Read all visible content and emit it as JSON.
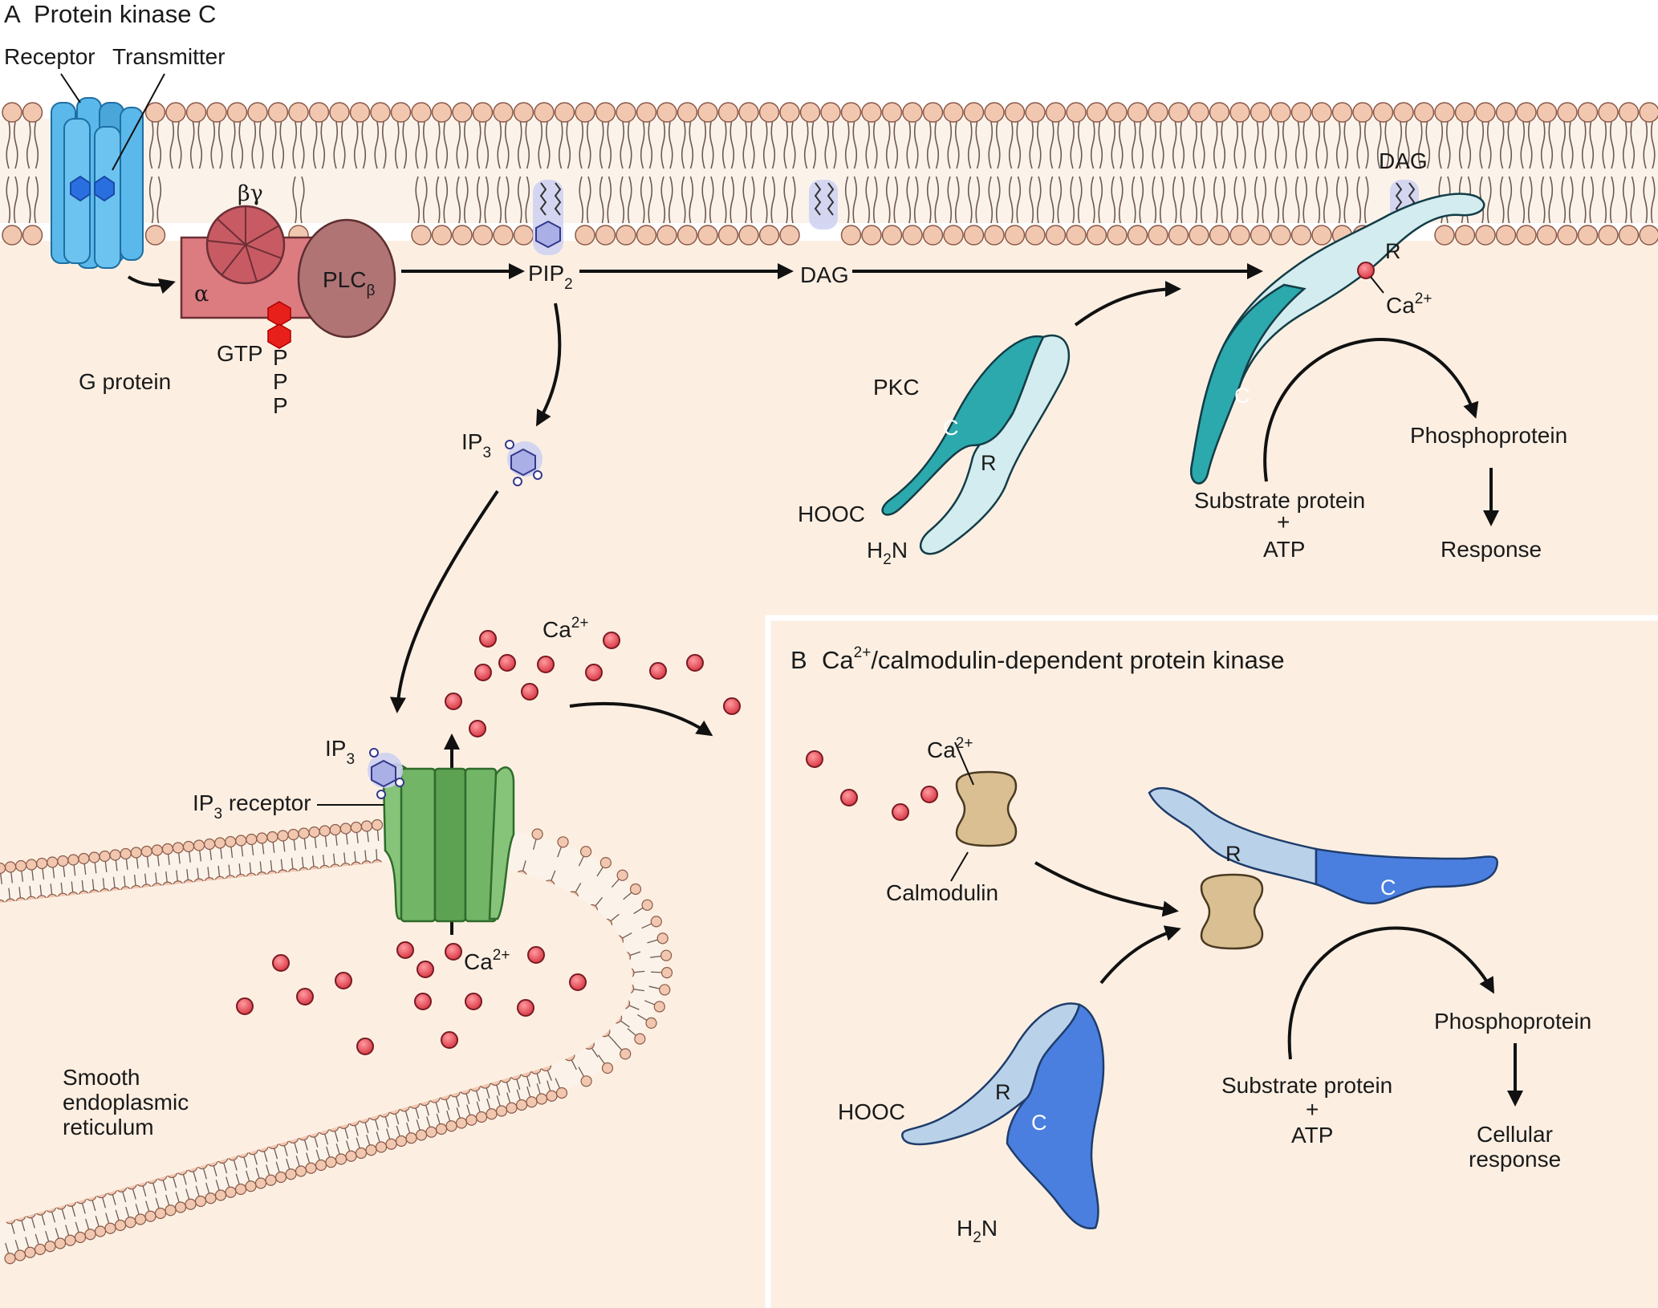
{
  "panel_a": {
    "letter": "A",
    "title": "Protein kinase C",
    "receptor": "Receptor",
    "transmitter": "Transmitter",
    "alpha": "α",
    "beta_gamma": "βγ",
    "plc": "PLC",
    "plc_sub": "β",
    "gtp": "GTP",
    "p1": "P",
    "p2": "P",
    "p3": "P",
    "g_protein": "G protein",
    "pip": "PIP",
    "pip_sub": "2",
    "dag_mid": "DAG",
    "dag_top": "DAG",
    "ip3_free": "IP",
    "ip3_free_sub": "3",
    "ip3_bound": "IP",
    "ip3_bound_sub": "3",
    "ip3_receptor": "IP",
    "ip3_receptor_sub": "3",
    "ip3_receptor_rest": " receptor",
    "pkc": "PKC",
    "pkc_c": "C",
    "pkc_r": "R",
    "hooc": "HOOC",
    "h2n_h": "H",
    "h2n_sub": "2",
    "h2n_n": "N",
    "active_r": "R",
    "active_c": "C",
    "ca_active": "Ca",
    "ca_active_sup": "2+",
    "ca_cyto": "Ca",
    "ca_cyto_sup": "2+",
    "ca_er": "Ca",
    "ca_er_sup": "2+",
    "phosphoprotein": "Phosphoprotein",
    "substrate": "Substrate protein",
    "plus": "+",
    "atp": "ATP",
    "response": "Response",
    "er_line1": "Smooth",
    "er_line2": "endoplasmic",
    "er_line3": "reticulum"
  },
  "panel_b": {
    "letter": "B",
    "title_ca": "Ca",
    "title_sup": "2+",
    "title_rest": "/calmodulin-dependent protein kinase",
    "ca_label": "Ca",
    "ca_sup": "2+",
    "calmodulin": "Calmodulin",
    "r_active": "R",
    "c_active": "C",
    "r_inactive": "R",
    "c_inactive": "C",
    "hooc": "HOOC",
    "h2n_h": "H",
    "h2n_sub": "2",
    "h2n_n": "N",
    "phosphoprotein": "Phosphoprotein",
    "substrate": "Substrate protein",
    "plus": "+",
    "atp": "ATP",
    "response_line1": "Cellular",
    "response_line2": "response"
  },
  "colors": {
    "cytoplasm": "#fcefe2",
    "lipid_head": "#f2c7b0",
    "receptor": "#5bb8ea",
    "g_alpha": "#dc7b80",
    "g_bg": "#c85a64",
    "plc": "#b07475",
    "gtp": "#e8201c",
    "pkc_catalytic": "#2ca9ad",
    "pkc_regulatory": "#d3ecef",
    "camk_catalytic": "#4a7fe0",
    "camk_regulatory": "#b9d2ea",
    "calcium": "#e2505a",
    "calmodulin": "#d9bf92",
    "ip3_receptor": "#86c47a",
    "ip3": "#b8bde8"
  }
}
